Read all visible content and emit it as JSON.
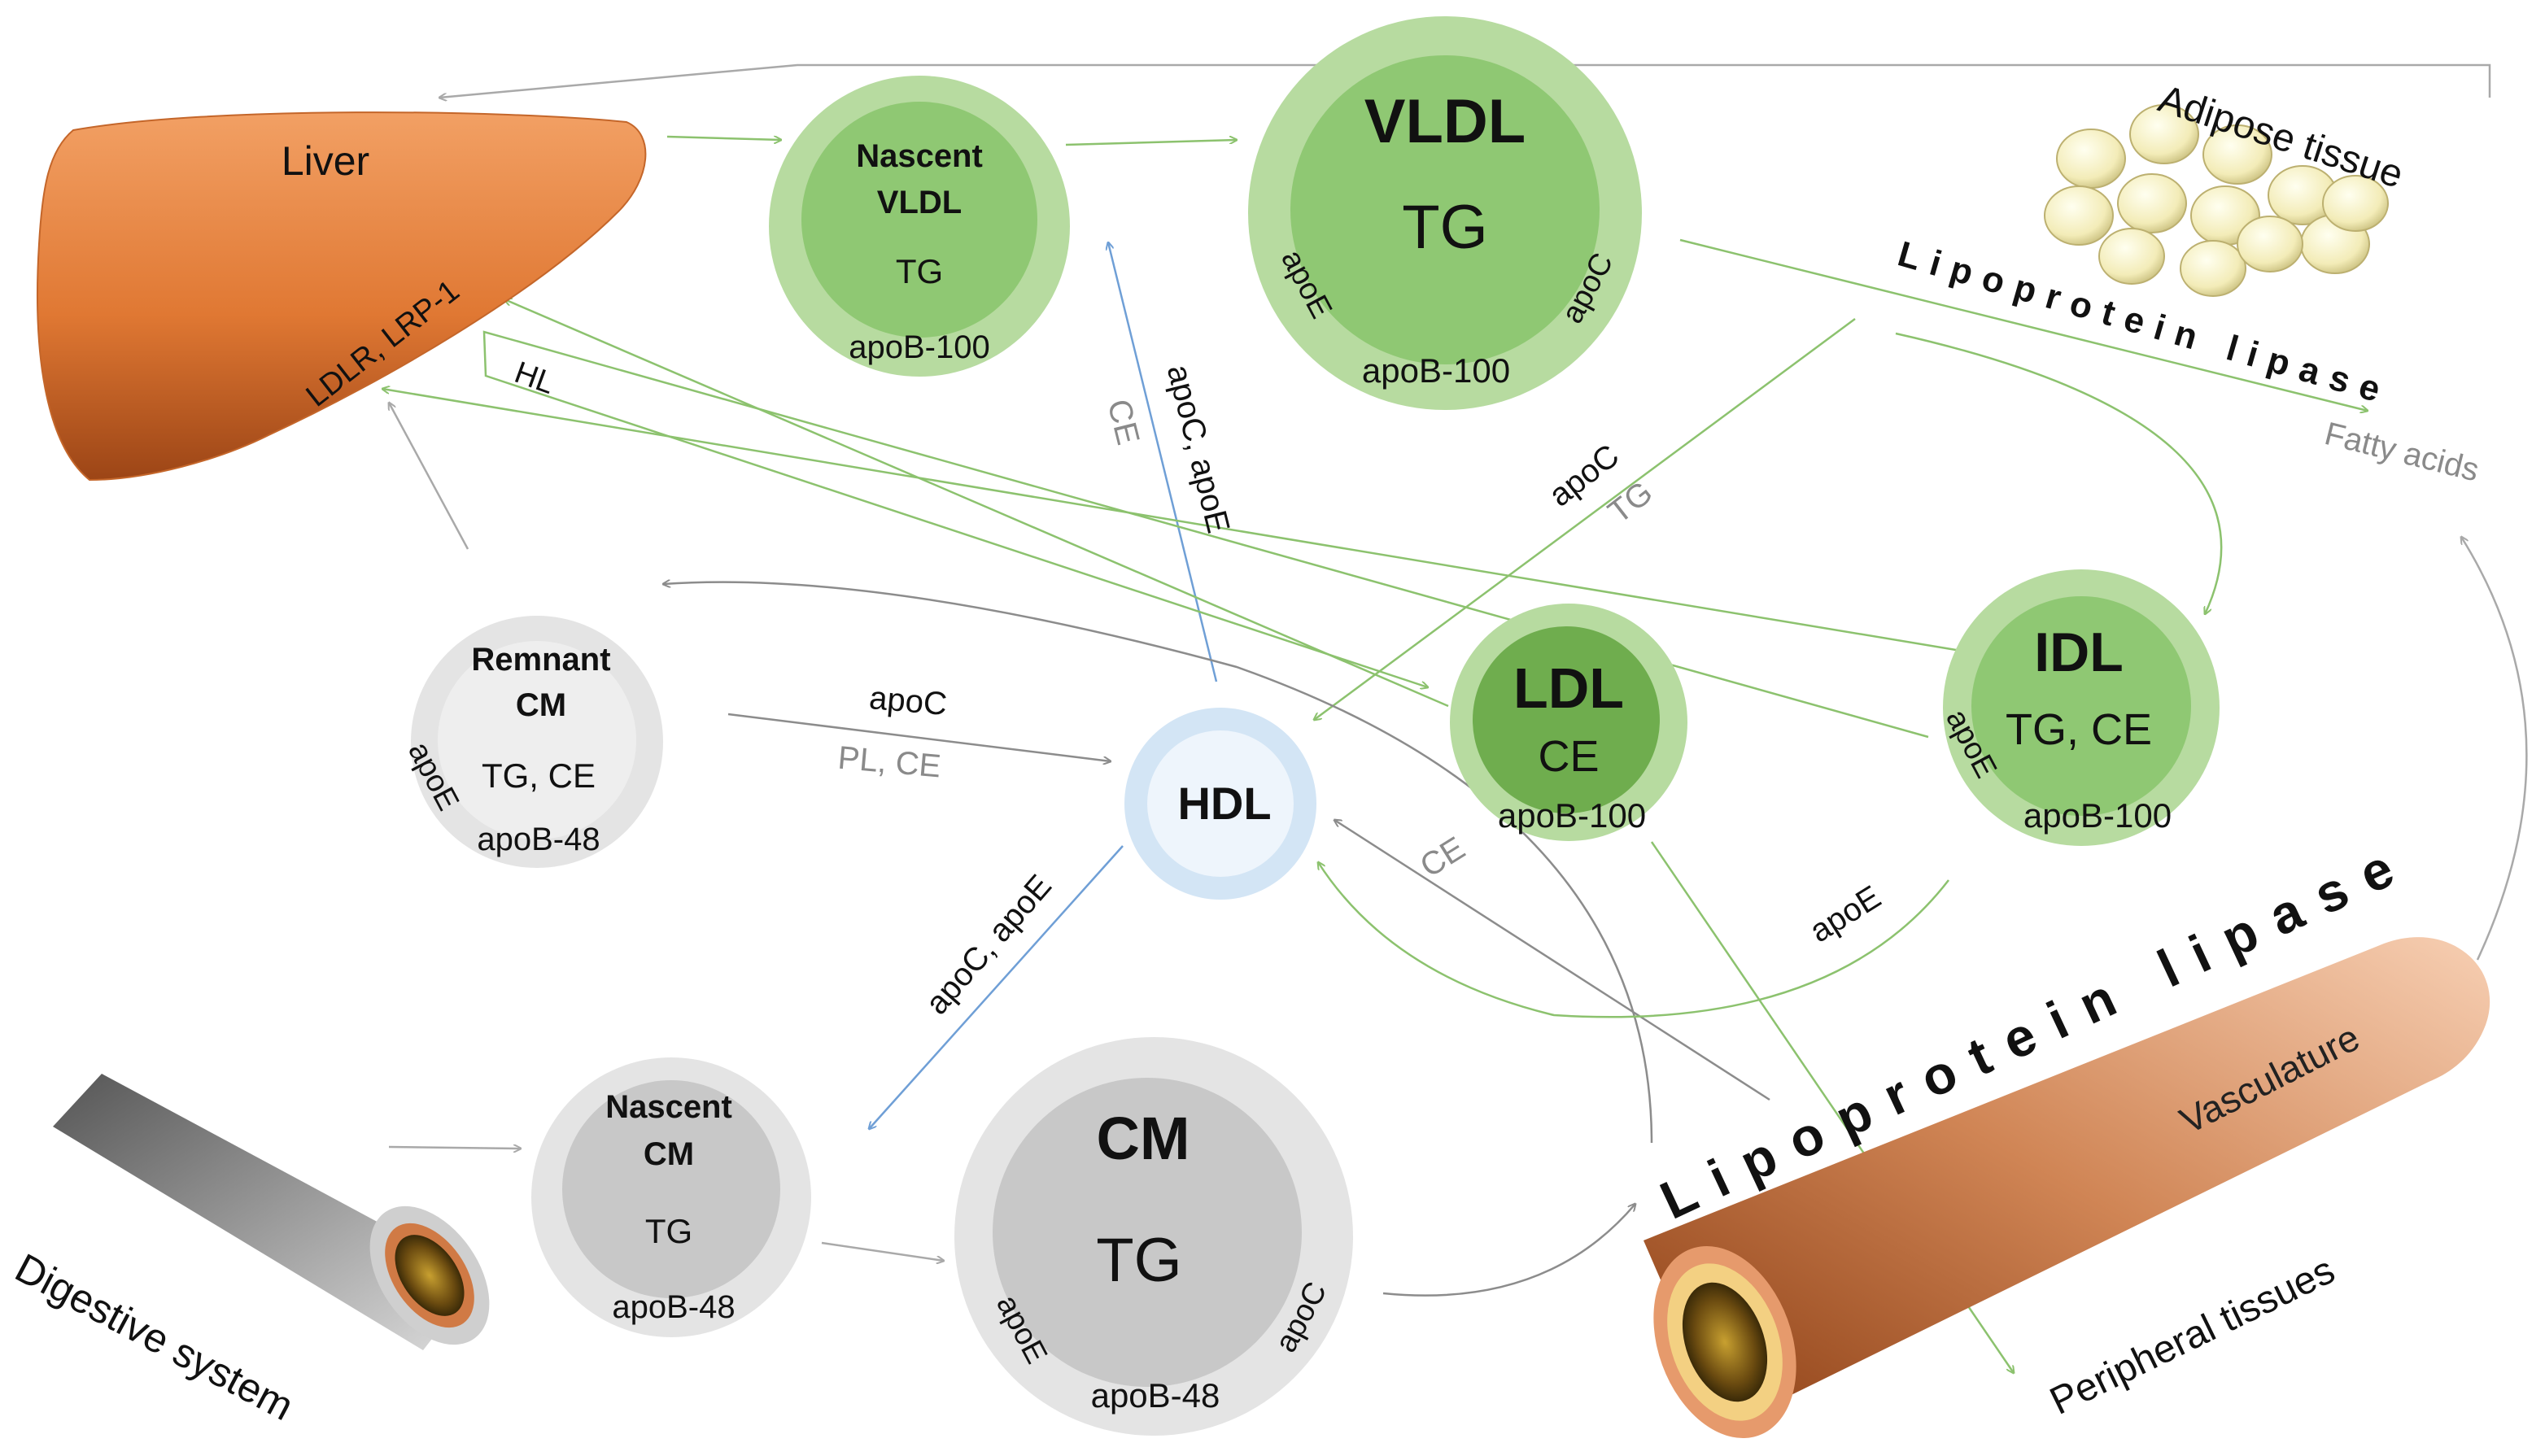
{
  "organs": {
    "liver": "Liver",
    "liver_receptors": "LDLR, LRP-1",
    "hl": "HL",
    "adipose": "Adipose tissue",
    "lpl_top": "Lipoprotein lipase",
    "fatty_acids": "Fatty acids",
    "digestive": "Digestive system",
    "vasculature": "Vasculature",
    "lpl_bottom": "Lipoprotein lipase",
    "peripheral": "Peripheral tissues"
  },
  "particles": {
    "nascent_vldl": {
      "name_line1": "Nascent",
      "name_line2": "VLDL",
      "core": "TG",
      "apo_bottom": "apoB-100"
    },
    "vldl": {
      "name": "VLDL",
      "core": "TG",
      "apo_left": "apoE",
      "apo_right": "apoC",
      "apo_bottom": "apoB-100"
    },
    "idl": {
      "name": "IDL",
      "core": "TG, CE",
      "apo_left": "apoE",
      "apo_bottom": "apoB-100"
    },
    "ldl": {
      "name": "LDL",
      "core": "CE",
      "apo_bottom": "apoB-100"
    },
    "hdl": {
      "name": "HDL"
    },
    "remnant_cm": {
      "name_line1": "Remnant",
      "name_line2": "CM",
      "core": "TG, CE",
      "apo_left": "apoE",
      "apo_bottom": "apoB-48"
    },
    "nascent_cm": {
      "name_line1": "Nascent",
      "name_line2": "CM",
      "core": "TG",
      "apo_bottom": "apoB-48"
    },
    "cm": {
      "name": "CM",
      "core": "TG",
      "apo_left": "apoE",
      "apo_right": "apoC",
      "apo_bottom": "apoB-48"
    }
  },
  "transfers": {
    "hdl_to_nvldl_black": "apoC, apoE",
    "hdl_to_nvldl_gray": "CE",
    "vldl_hdl_black": "apoC",
    "vldl_hdl_gray": "TG",
    "remnant_hdl_black": "apoC",
    "remnant_hdl_gray": "PL, CE",
    "hdl_to_ncm": "apoC, apoE",
    "to_hdl_ce": "CE",
    "idl_hdl_apoe": "apoE"
  },
  "colors": {
    "green_outer": "#b7dba0",
    "green_inner": "#8fc873",
    "ldl_inner": "#6fad4e",
    "gray_outer": "#e4e4e4",
    "gray_inner": "#c8c8c8",
    "hdl_outer": "#d3e5f5",
    "hdl_inner": "#eef5fc",
    "green_arrow": "#8cc26e",
    "blue_arrow": "#6f9fd6",
    "gray_arrow": "#8c8c8c"
  }
}
